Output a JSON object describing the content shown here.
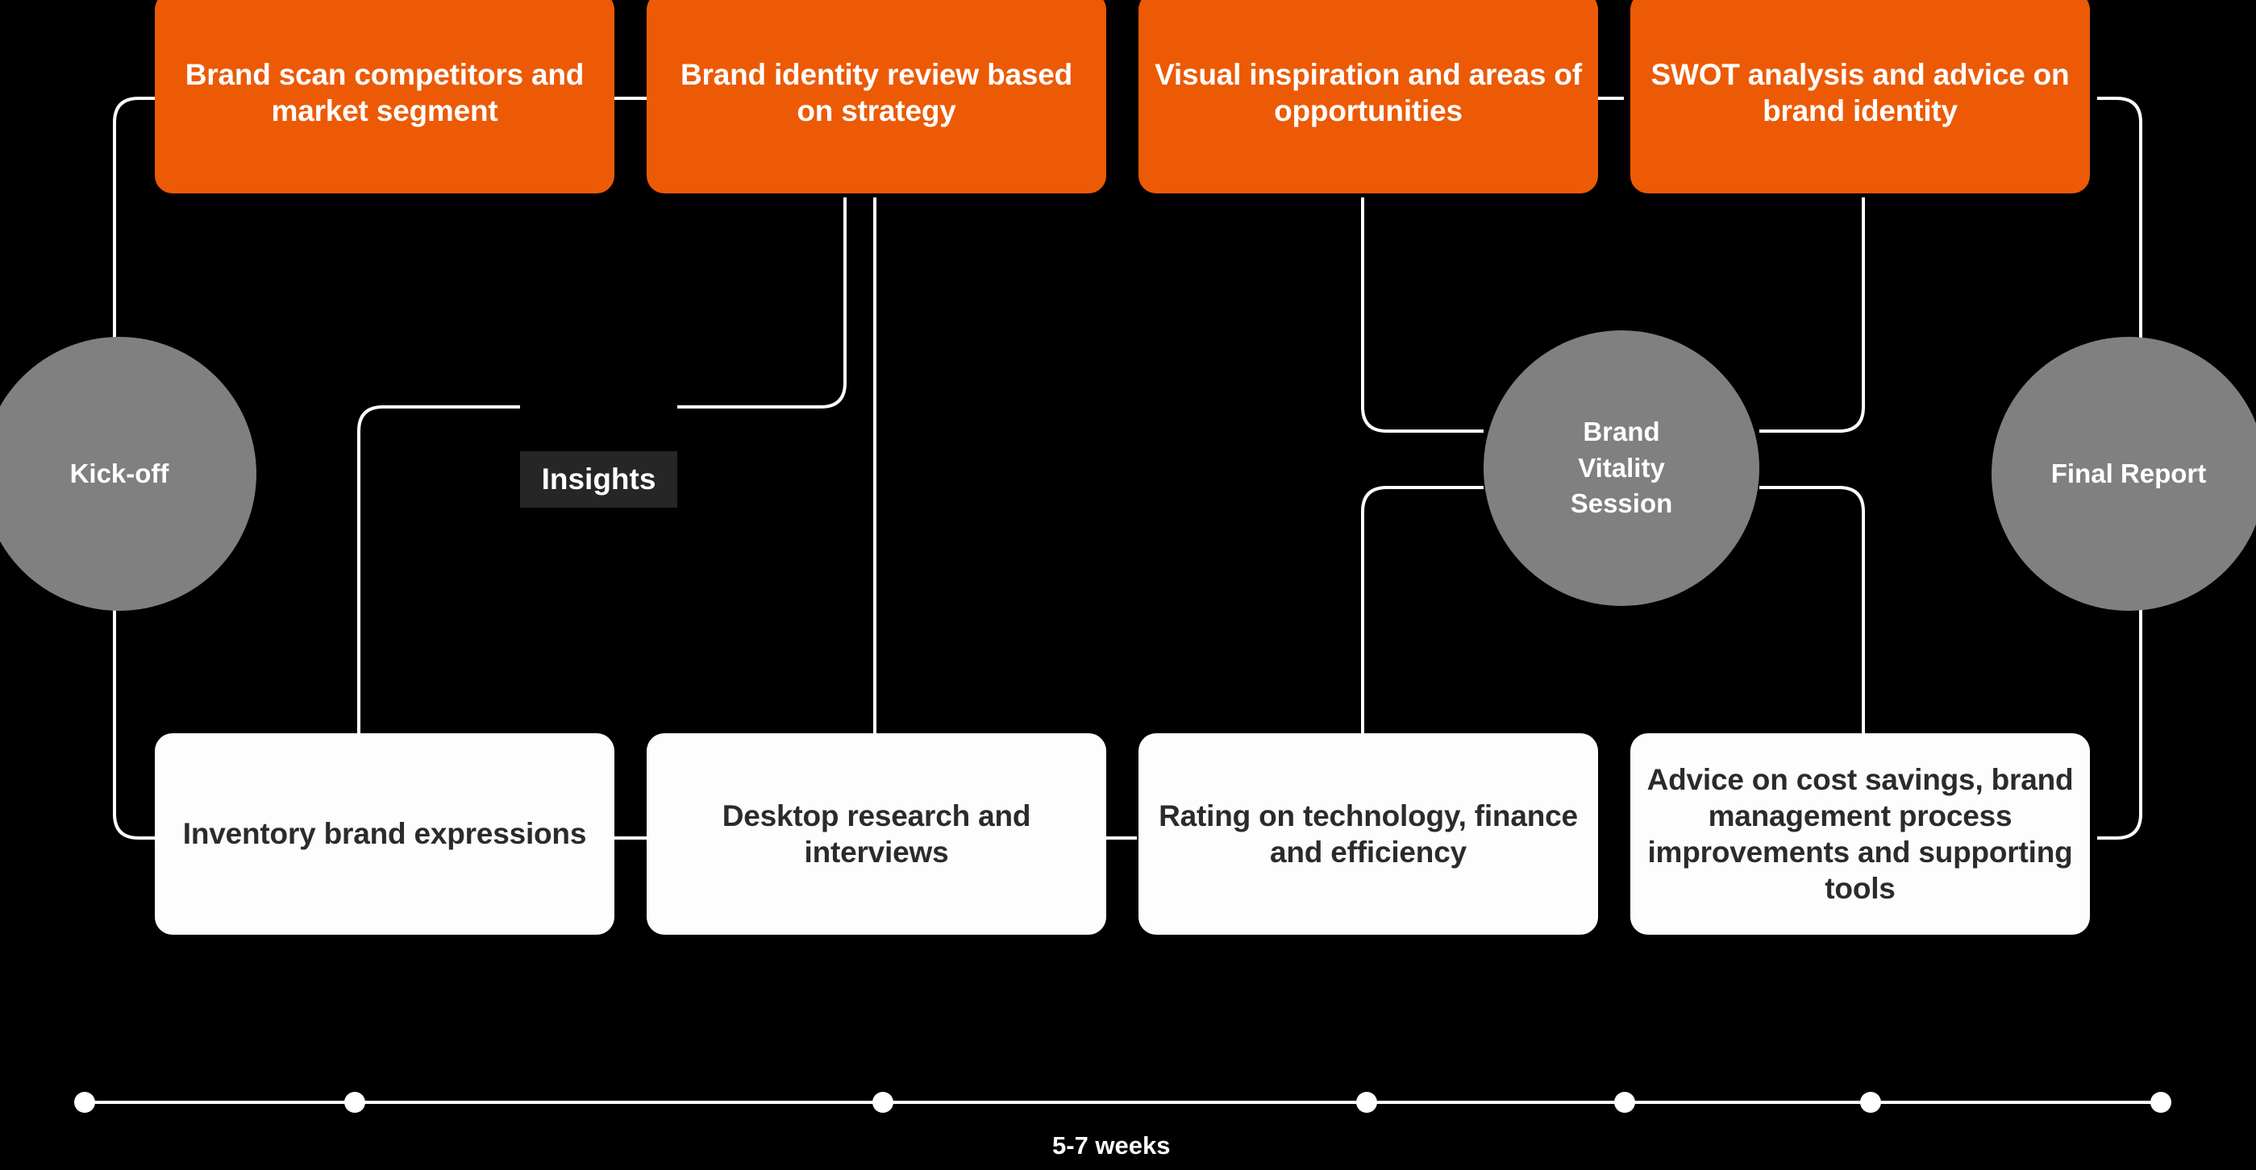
{
  "meta": {
    "accent_orange": "#ec5a05",
    "circle_gray": "#808080",
    "box_white": "#fdfdfd",
    "badge_dark": "#262626",
    "background": "#000000",
    "wire_color": "#ffffff"
  },
  "top_row": [
    {
      "id": "brand-scan",
      "label": "Brand scan competitors and market segment"
    },
    {
      "id": "brand-identity-review",
      "label": "Brand identity review based on strategy"
    },
    {
      "id": "visual-inspiration",
      "label": "Visual inspiration and areas of opportunities"
    },
    {
      "id": "swot-analysis",
      "label": "SWOT analysis and advice on brand identity"
    }
  ],
  "bottom_row": [
    {
      "id": "inventory-brand-expressions",
      "label": "Inventory brand expressions"
    },
    {
      "id": "desktop-research",
      "label": "Desktop research and interviews"
    },
    {
      "id": "rating-technology",
      "label": "Rating on technology, finance and efficiency"
    },
    {
      "id": "advice-cost-savings",
      "label": "Advice on cost savings, brand management process improvements and supporting tools"
    }
  ],
  "milestones": [
    {
      "id": "kick-off",
      "label": "Kick-off"
    },
    {
      "id": "brand-vitality-session",
      "label": "Brand Vitality Session"
    },
    {
      "id": "final-report",
      "label": "Final Report"
    }
  ],
  "badges": [
    {
      "id": "insights",
      "label": "Insights"
    }
  ],
  "timeline": {
    "duration_label": "5-7 weeks",
    "dot_count": 7,
    "dots_x": [
      105,
      440,
      1095,
      1695,
      2015,
      2320,
      2680
    ]
  }
}
